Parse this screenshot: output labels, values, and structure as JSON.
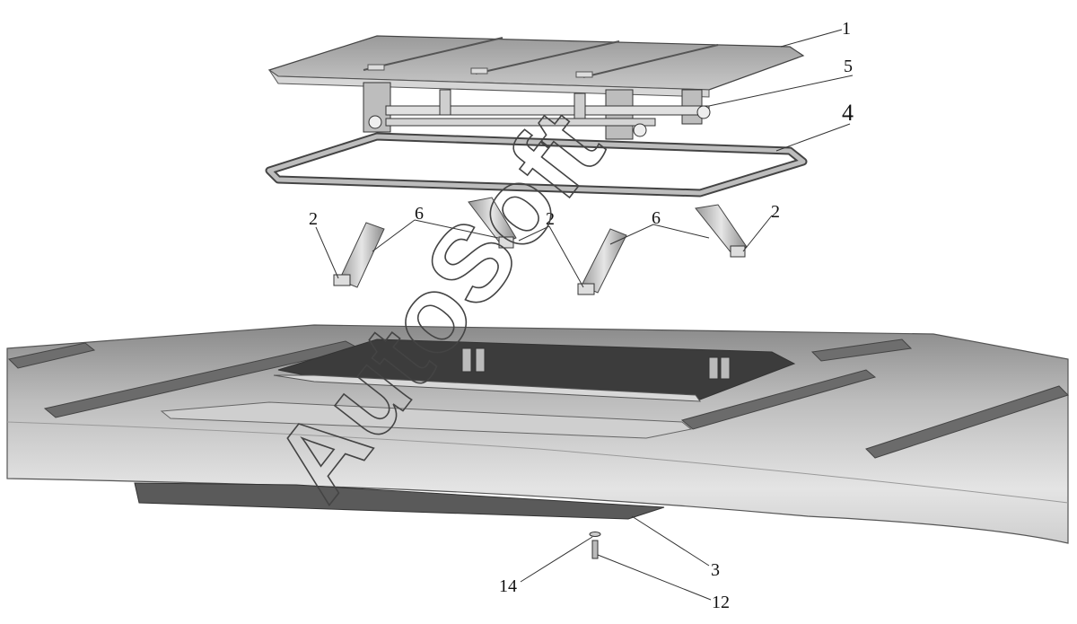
{
  "diagram": {
    "callouts": [
      {
        "id": "c1",
        "text": "1"
      },
      {
        "id": "c5",
        "text": "5"
      },
      {
        "id": "c4",
        "text": "4"
      },
      {
        "id": "c2a",
        "text": "2"
      },
      {
        "id": "c6a",
        "text": "6"
      },
      {
        "id": "c2b",
        "text": "2"
      },
      {
        "id": "c6b",
        "text": "6"
      },
      {
        "id": "c2c",
        "text": "2"
      },
      {
        "id": "c3",
        "text": "3"
      },
      {
        "id": "c14",
        "text": "14"
      },
      {
        "id": "c12",
        "text": "12"
      }
    ],
    "watermark": "AutoSoft"
  }
}
